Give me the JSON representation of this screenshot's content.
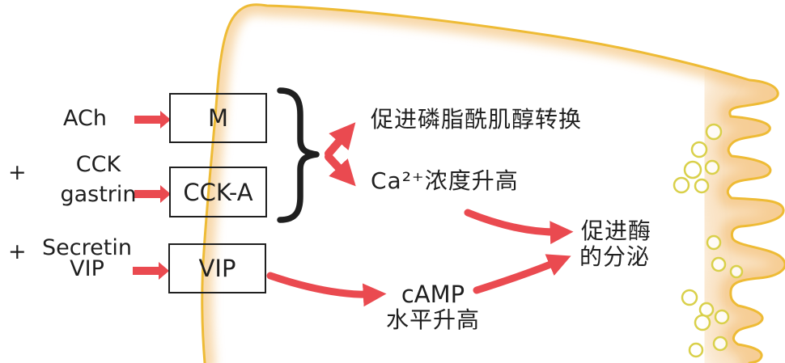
{
  "colors": {
    "arrow_red": "#ea4a50",
    "membrane_line": "#eebb35",
    "membrane_glow": "#f2b968",
    "membrane_wash": "#f3c07c",
    "vesicle_ring": "#d9d04a",
    "ink": "#1f1f1f",
    "background": "#ffffff"
  },
  "icons": {
    "stimulus_arrow": "block-arrow-right",
    "pathway_arrow": "curved-arrow-right",
    "group_brace": "right-curly-brace",
    "cell_outline": "cell-membrane-with-microvilli",
    "vesicle": "secretory-vesicle-circle"
  },
  "diagram": {
    "rows": [
      {
        "plus": "",
        "ligand_lines": [
          "ACh"
        ],
        "receptor_label": "M"
      },
      {
        "plus": "+",
        "ligand_lines": [
          "CCK",
          "gastrin"
        ],
        "receptor_label": "CCK-A"
      },
      {
        "plus": "+",
        "ligand_lines": [
          "Secretin",
          "VIP"
        ],
        "receptor_label": "VIP"
      }
    ],
    "outcomes": {
      "phosphoinositide": "促进磷脂酰肌醇转换",
      "calcium": "Ca²⁺浓度升高",
      "camp": [
        "cAMP",
        "水平升高"
      ],
      "enzyme_secretion": [
        "促进酶",
        "的分泌"
      ]
    }
  }
}
